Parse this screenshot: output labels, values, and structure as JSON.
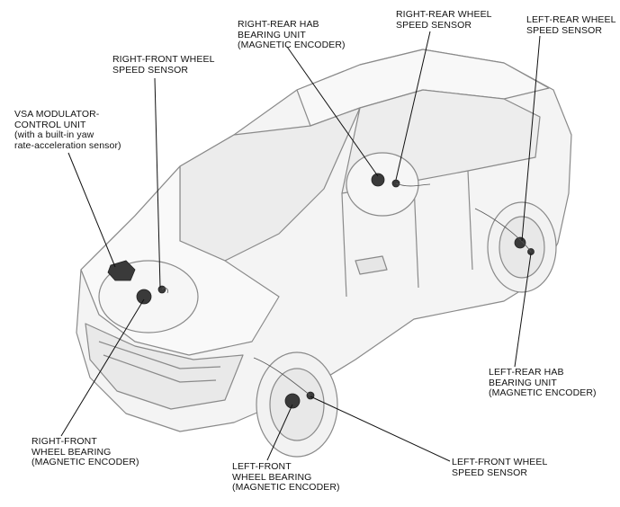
{
  "callouts": {
    "vsa_modulator": [
      "VSA MODULATOR-",
      "CONTROL UNIT",
      "(with a built-in yaw",
      "rate-acceleration sensor)"
    ],
    "right_front_speed_sensor": [
      "RIGHT-FRONT WHEEL",
      "SPEED SENSOR"
    ],
    "right_rear_hab": [
      "RIGHT-REAR HAB",
      "BEARING UNIT",
      "(MAGNETIC ENCODER)"
    ],
    "right_rear_speed_sensor": [
      "RIGHT-REAR WHEEL",
      "SPEED SENSOR"
    ],
    "left_rear_speed_sensor": [
      "LEFT-REAR WHEEL",
      "SPEED SENSOR"
    ],
    "left_rear_hab": [
      "LEFT-REAR HAB",
      "BEARING UNIT",
      "(MAGNETIC ENCODER)"
    ],
    "right_front_bearing": [
      "RIGHT-FRONT",
      "WHEEL BEARING",
      "(MAGNETIC ENCODER)"
    ],
    "left_front_bearing": [
      "LEFT-FRONT",
      "WHEEL BEARING",
      "(MAGNETIC ENCODER)"
    ],
    "left_front_speed_sensor": [
      "LEFT-FRONT WHEEL",
      "SPEED SENSOR"
    ]
  },
  "colors": {
    "line": "#111111",
    "body_outline": "#8a8a8a",
    "body_fill": "#f4f4f4",
    "component": "#3a3a3a"
  }
}
